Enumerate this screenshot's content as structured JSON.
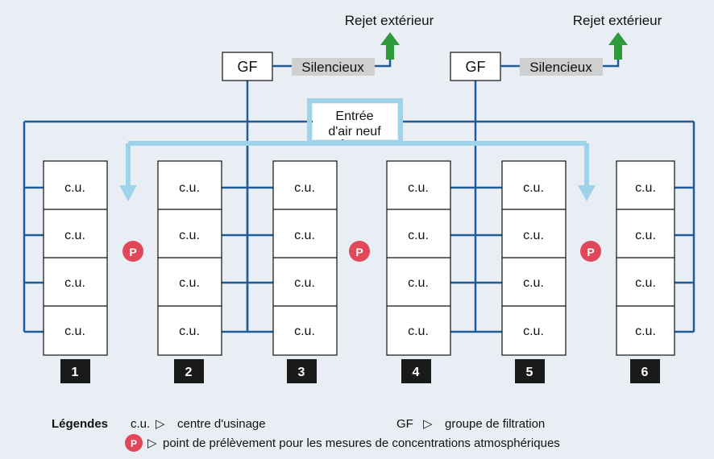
{
  "exhaust": {
    "label": "Rejet extérieur"
  },
  "filter_unit": {
    "label": "GF",
    "silencer_label": "Silencieux"
  },
  "fresh_air": {
    "line1": "Entrée",
    "line2": "d'air neuf"
  },
  "machine_label": "c.u.",
  "sampling_marker": "P",
  "columns": [
    {
      "number": "1"
    },
    {
      "number": "2"
    },
    {
      "number": "3"
    },
    {
      "number": "4"
    },
    {
      "number": "5"
    },
    {
      "number": "6"
    }
  ],
  "legend": {
    "title": "Légendes",
    "items": [
      {
        "symbol": "c.u.",
        "arrow": "▷",
        "text": "centre d'usinage"
      },
      {
        "symbol": "GF",
        "arrow": "▷",
        "text": "groupe de filtration"
      },
      {
        "symbol": "P",
        "arrow": "▷",
        "text": "point de prélèvement pour les mesures de concentrations atmosphériques"
      }
    ]
  },
  "colors": {
    "background": "#e9eef5",
    "duct": "#1f5c99",
    "fresh_air": "#9fd3ec",
    "exhaust_arrow": "#2e9b3a",
    "silencer": "#cfcfcf",
    "sampling_point": "#e0485a",
    "column_label_bg": "#1a1a1a"
  }
}
